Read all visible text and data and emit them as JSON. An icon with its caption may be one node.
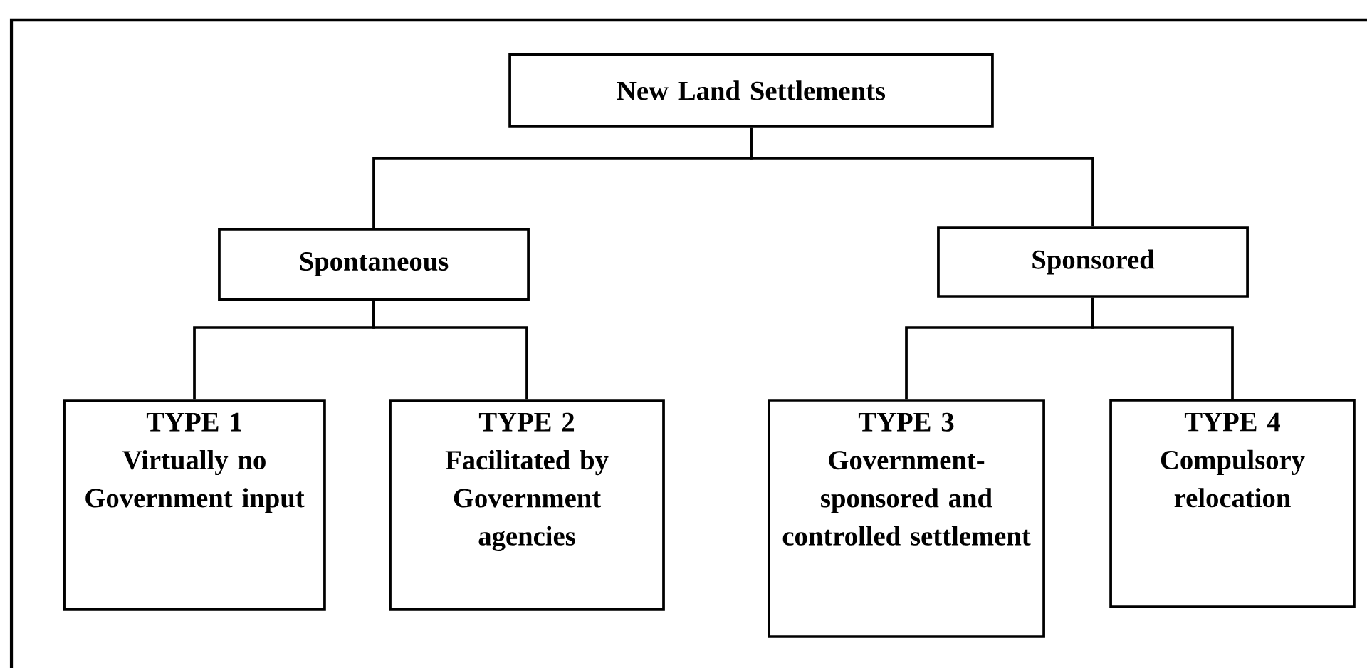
{
  "diagram": {
    "nodes": [
      {
        "text": [
          "New Land Settlements"
        ]
      },
      {
        "text": [
          "Spontaneous"
        ]
      },
      {
        "text": [
          "Sponsored"
        ]
      },
      {
        "text": [
          "TYPE 1",
          "Virtually no Government input"
        ]
      },
      {
        "text": [
          "TYPE 2",
          "Facilitated by Government agencies"
        ]
      },
      {
        "text": [
          "TYPE 3",
          "Government-sponsored and controlled settlement"
        ]
      },
      {
        "text": [
          "TYPE 4",
          "Compulsory relocation"
        ]
      }
    ],
    "edges": [
      {
        "from": 0,
        "to": 1,
        "arrow": "none"
      },
      {
        "from": 0,
        "to": 2,
        "arrow": "none"
      },
      {
        "from": 1,
        "to": 3,
        "arrow": "none"
      },
      {
        "from": 1,
        "to": 4,
        "arrow": "none"
      },
      {
        "from": 2,
        "to": 5,
        "arrow": "none"
      },
      {
        "from": 2,
        "to": 6,
        "arrow": "none"
      }
    ]
  }
}
